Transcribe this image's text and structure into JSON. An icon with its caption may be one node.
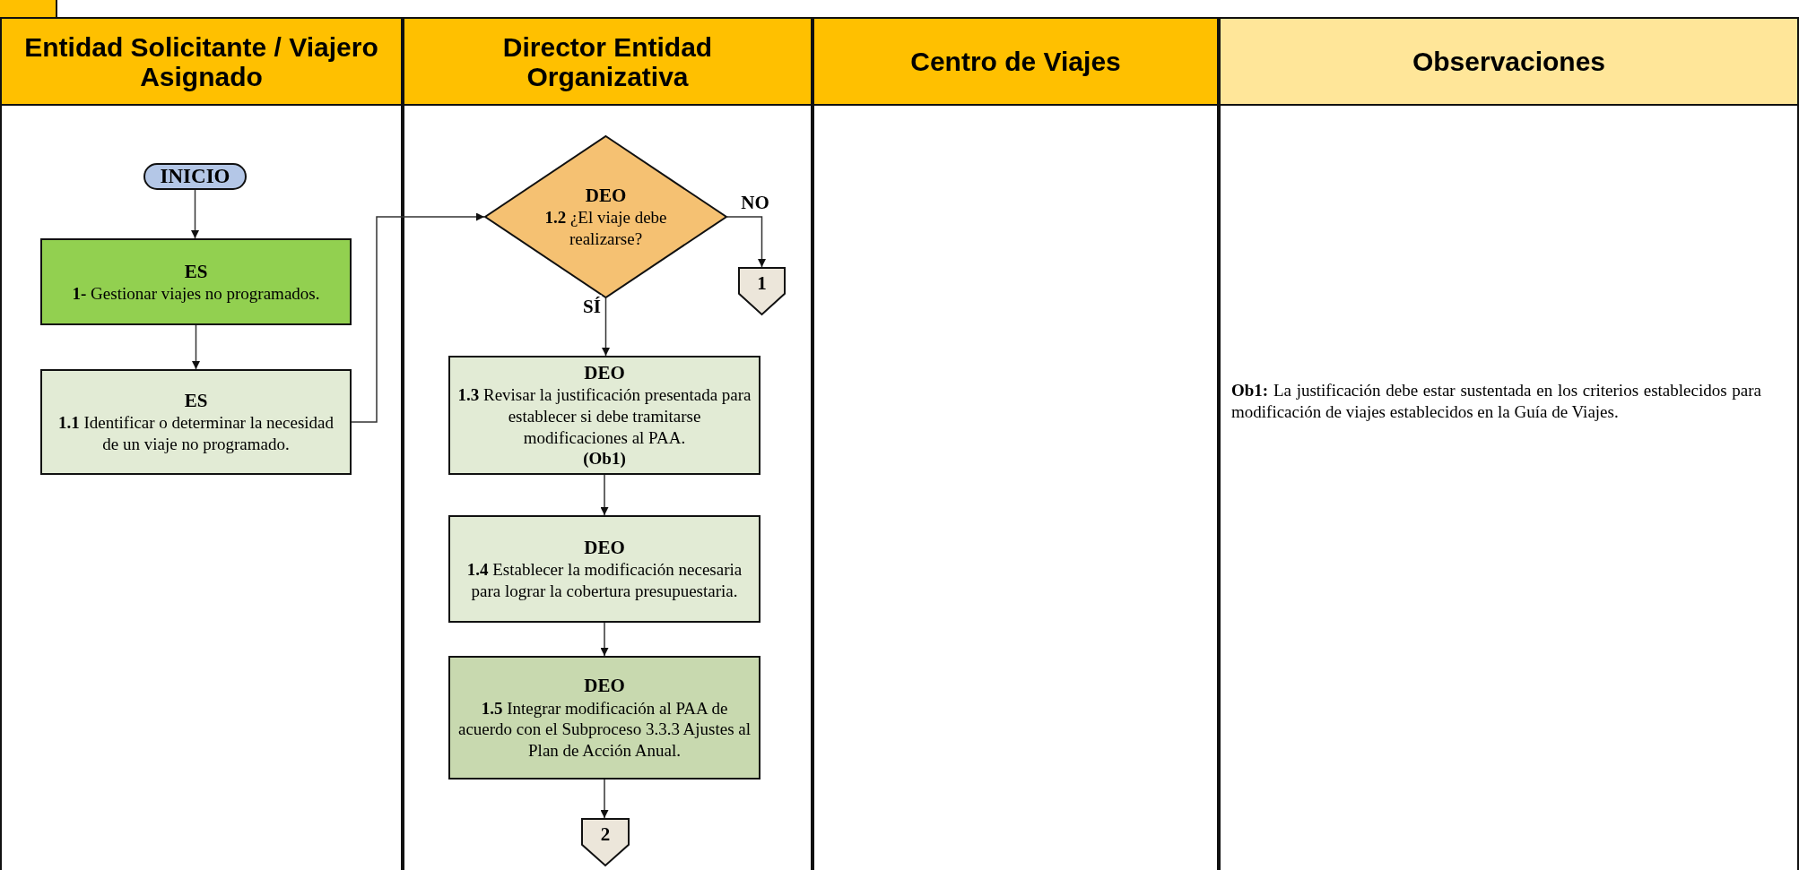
{
  "diagram": {
    "nodes": [
      {
        "text": [
          "Entidad Solicitante / Viajero Asignado"
        ]
      },
      {
        "text": [
          "Director Entidad Organizativa"
        ]
      },
      {
        "text": [
          "Centro de Viajes"
        ]
      },
      {
        "text": [
          "Observaciones",
          "**Ob1:** La justificación debe estar sustentada en los criterios establecidos para modificación de viajes establecidos en la Guía de Viajes."
        ]
      },
      {
        "text": [
          "INICIO"
        ],
        "in": 0
      },
      {
        "text": [
          "ES",
          "**1-** Gestionar viajes no programados."
        ],
        "in": 0
      },
      {
        "text": [
          "ES",
          "**1.1** Identificar o determinar la necesidad de un viaje no programado."
        ],
        "in": 0
      },
      {
        "text": [
          "DEO",
          "**1.2** ¿El viaje debe realizarse?"
        ],
        "in": 1
      },
      {
        "text": [
          "1"
        ],
        "in": 1
      },
      {
        "text": [
          "DEO",
          "**1.3** Revisar la justificación presentada para establecer si debe tramitarse modificaciones al PAA.",
          "(Ob1)"
        ],
        "in": 1
      },
      {
        "text": [
          "DEO",
          "**1.4** Establecer la modificación necesaria para lograr la cobertura presupuestaria."
        ],
        "in": 1
      },
      {
        "text": [
          "DEO",
          "**1.5** Integrar modificación al PAA de acuerdo con el Subproceso 3.3.3 Ajustes al Plan de Acción Anual."
        ],
        "in": 1
      },
      {
        "text": [
          "2"
        ],
        "in": 1
      }
    ],
    "edges": [
      {
        "from": 4,
        "to": 5,
        "arrow": "to"
      },
      {
        "from": 5,
        "to": 6,
        "arrow": "to"
      },
      {
        "from": 6,
        "to": 7,
        "arrow": "to"
      },
      {
        "from": 7,
        "to": 8,
        "label": "NO",
        "arrow": "to"
      },
      {
        "from": 7,
        "to": 9,
        "label": "SÍ",
        "arrow": "to"
      },
      {
        "from": 9,
        "to": 10,
        "arrow": "to"
      },
      {
        "from": 10,
        "to": 11,
        "arrow": "to"
      },
      {
        "from": 11,
        "to": 12,
        "arrow": "to"
      }
    ]
  }
}
